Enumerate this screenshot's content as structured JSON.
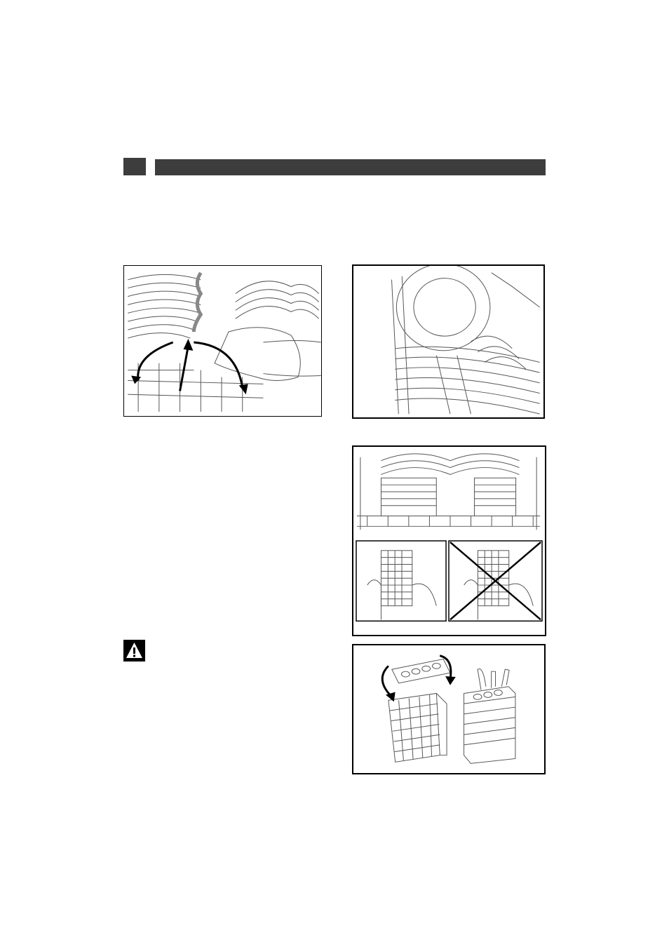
{
  "header": {
    "section_number": "",
    "section_title": ""
  },
  "figures": [
    {
      "id": "fig1",
      "description_icon": "plate-rack-folding-illustration"
    },
    {
      "id": "fig2",
      "description_icon": "plate-in-rack-illustration"
    },
    {
      "id": "fig3",
      "description_icon": "cutlery-baskets-in-rack-illustration"
    },
    {
      "id": "fig4",
      "description_icon": "cutlery-basket-correct-position-illustration"
    },
    {
      "id": "fig5",
      "description_icon": "cutlery-basket-wrong-position-illustration"
    },
    {
      "id": "fig6",
      "description_icon": "cutlery-basket-lid-illustration"
    }
  ],
  "warning": {
    "icon": "warning-triangle-icon"
  }
}
